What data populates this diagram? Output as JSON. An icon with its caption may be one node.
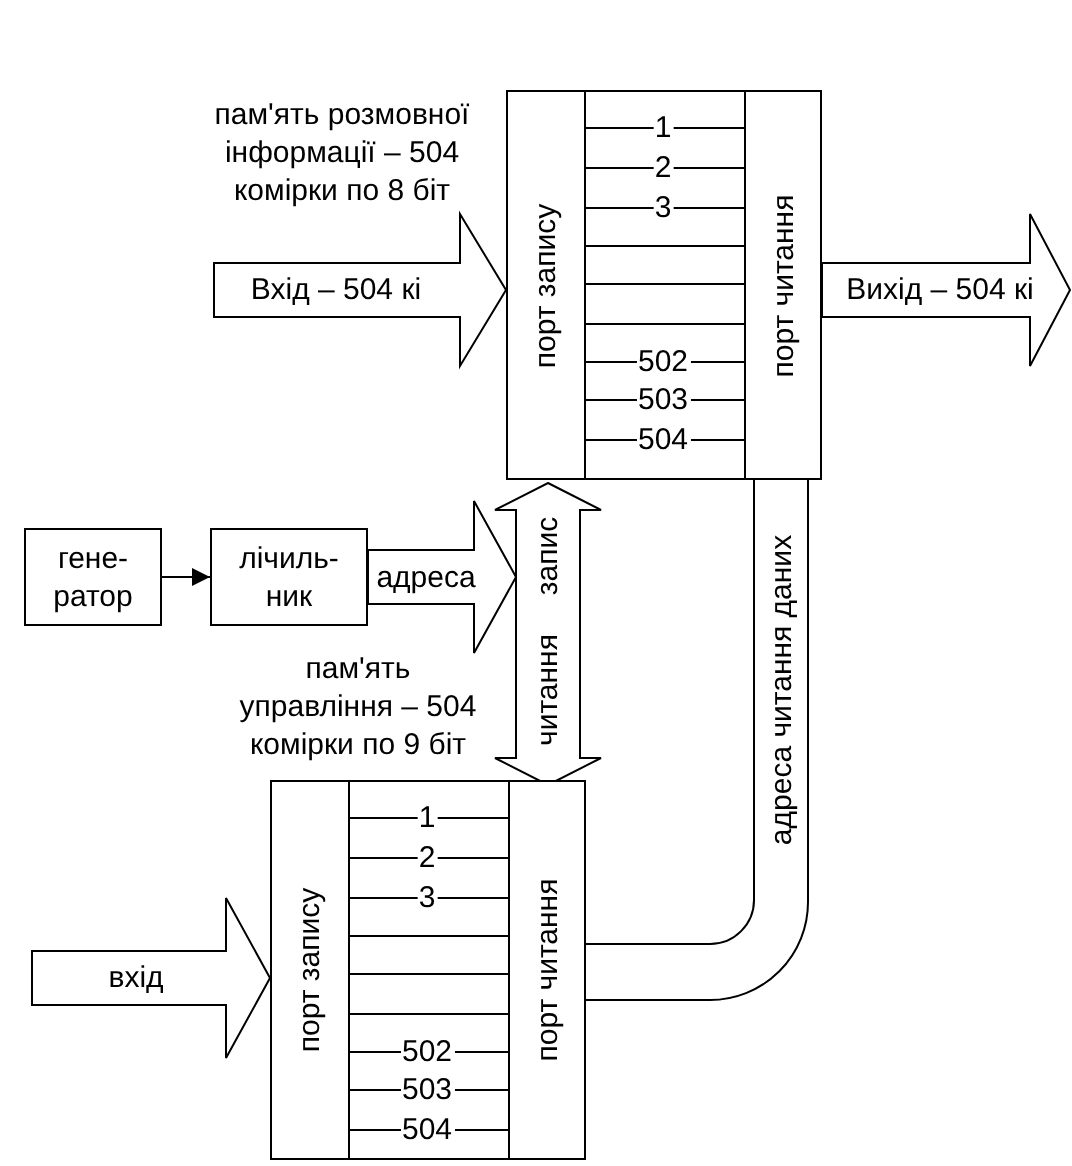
{
  "diagram": {
    "nodes": [
      {
        "text": [
          "пам'ять розмовної інформації – 504 комірки по 8 біт"
        ]
      },
      {
        "text": [
          "порт запису"
        ],
        "in": 0
      },
      {
        "text": [
          "1",
          "2",
          "3",
          "502",
          "503",
          "504"
        ],
        "in": 0
      },
      {
        "text": [
          "порт читання"
        ],
        "in": 0
      },
      {
        "text": [
          "гене- ратор"
        ]
      },
      {
        "text": [
          "лічиль- ник"
        ]
      },
      {
        "text": [
          "читання",
          "запис"
        ]
      },
      {
        "text": [
          "пам'ять управління – 504 комірки по 9 біт"
        ]
      },
      {
        "text": [
          "порт запису"
        ],
        "in": 7
      },
      {
        "text": [
          "1",
          "2",
          "3",
          "502",
          "503",
          "504"
        ],
        "in": 7
      },
      {
        "text": [
          "порт читання"
        ],
        "in": 7
      }
    ],
    "edges": [
      {
        "from": null,
        "to": 1,
        "arrow": "to",
        "label": "Вхід – 504 кі"
      },
      {
        "from": 3,
        "to": null,
        "arrow": "to",
        "label": "Вихід – 504 кі"
      },
      {
        "from": 4,
        "to": 5,
        "arrow": "to"
      },
      {
        "from": 5,
        "to": 6,
        "arrow": "to",
        "label": "адреса"
      },
      {
        "from": 10,
        "to": 3,
        "arrow": "none",
        "label": "адреса читання даних"
      },
      {
        "from": null,
        "to": 8,
        "arrow": "to",
        "label": "вхід"
      }
    ]
  }
}
